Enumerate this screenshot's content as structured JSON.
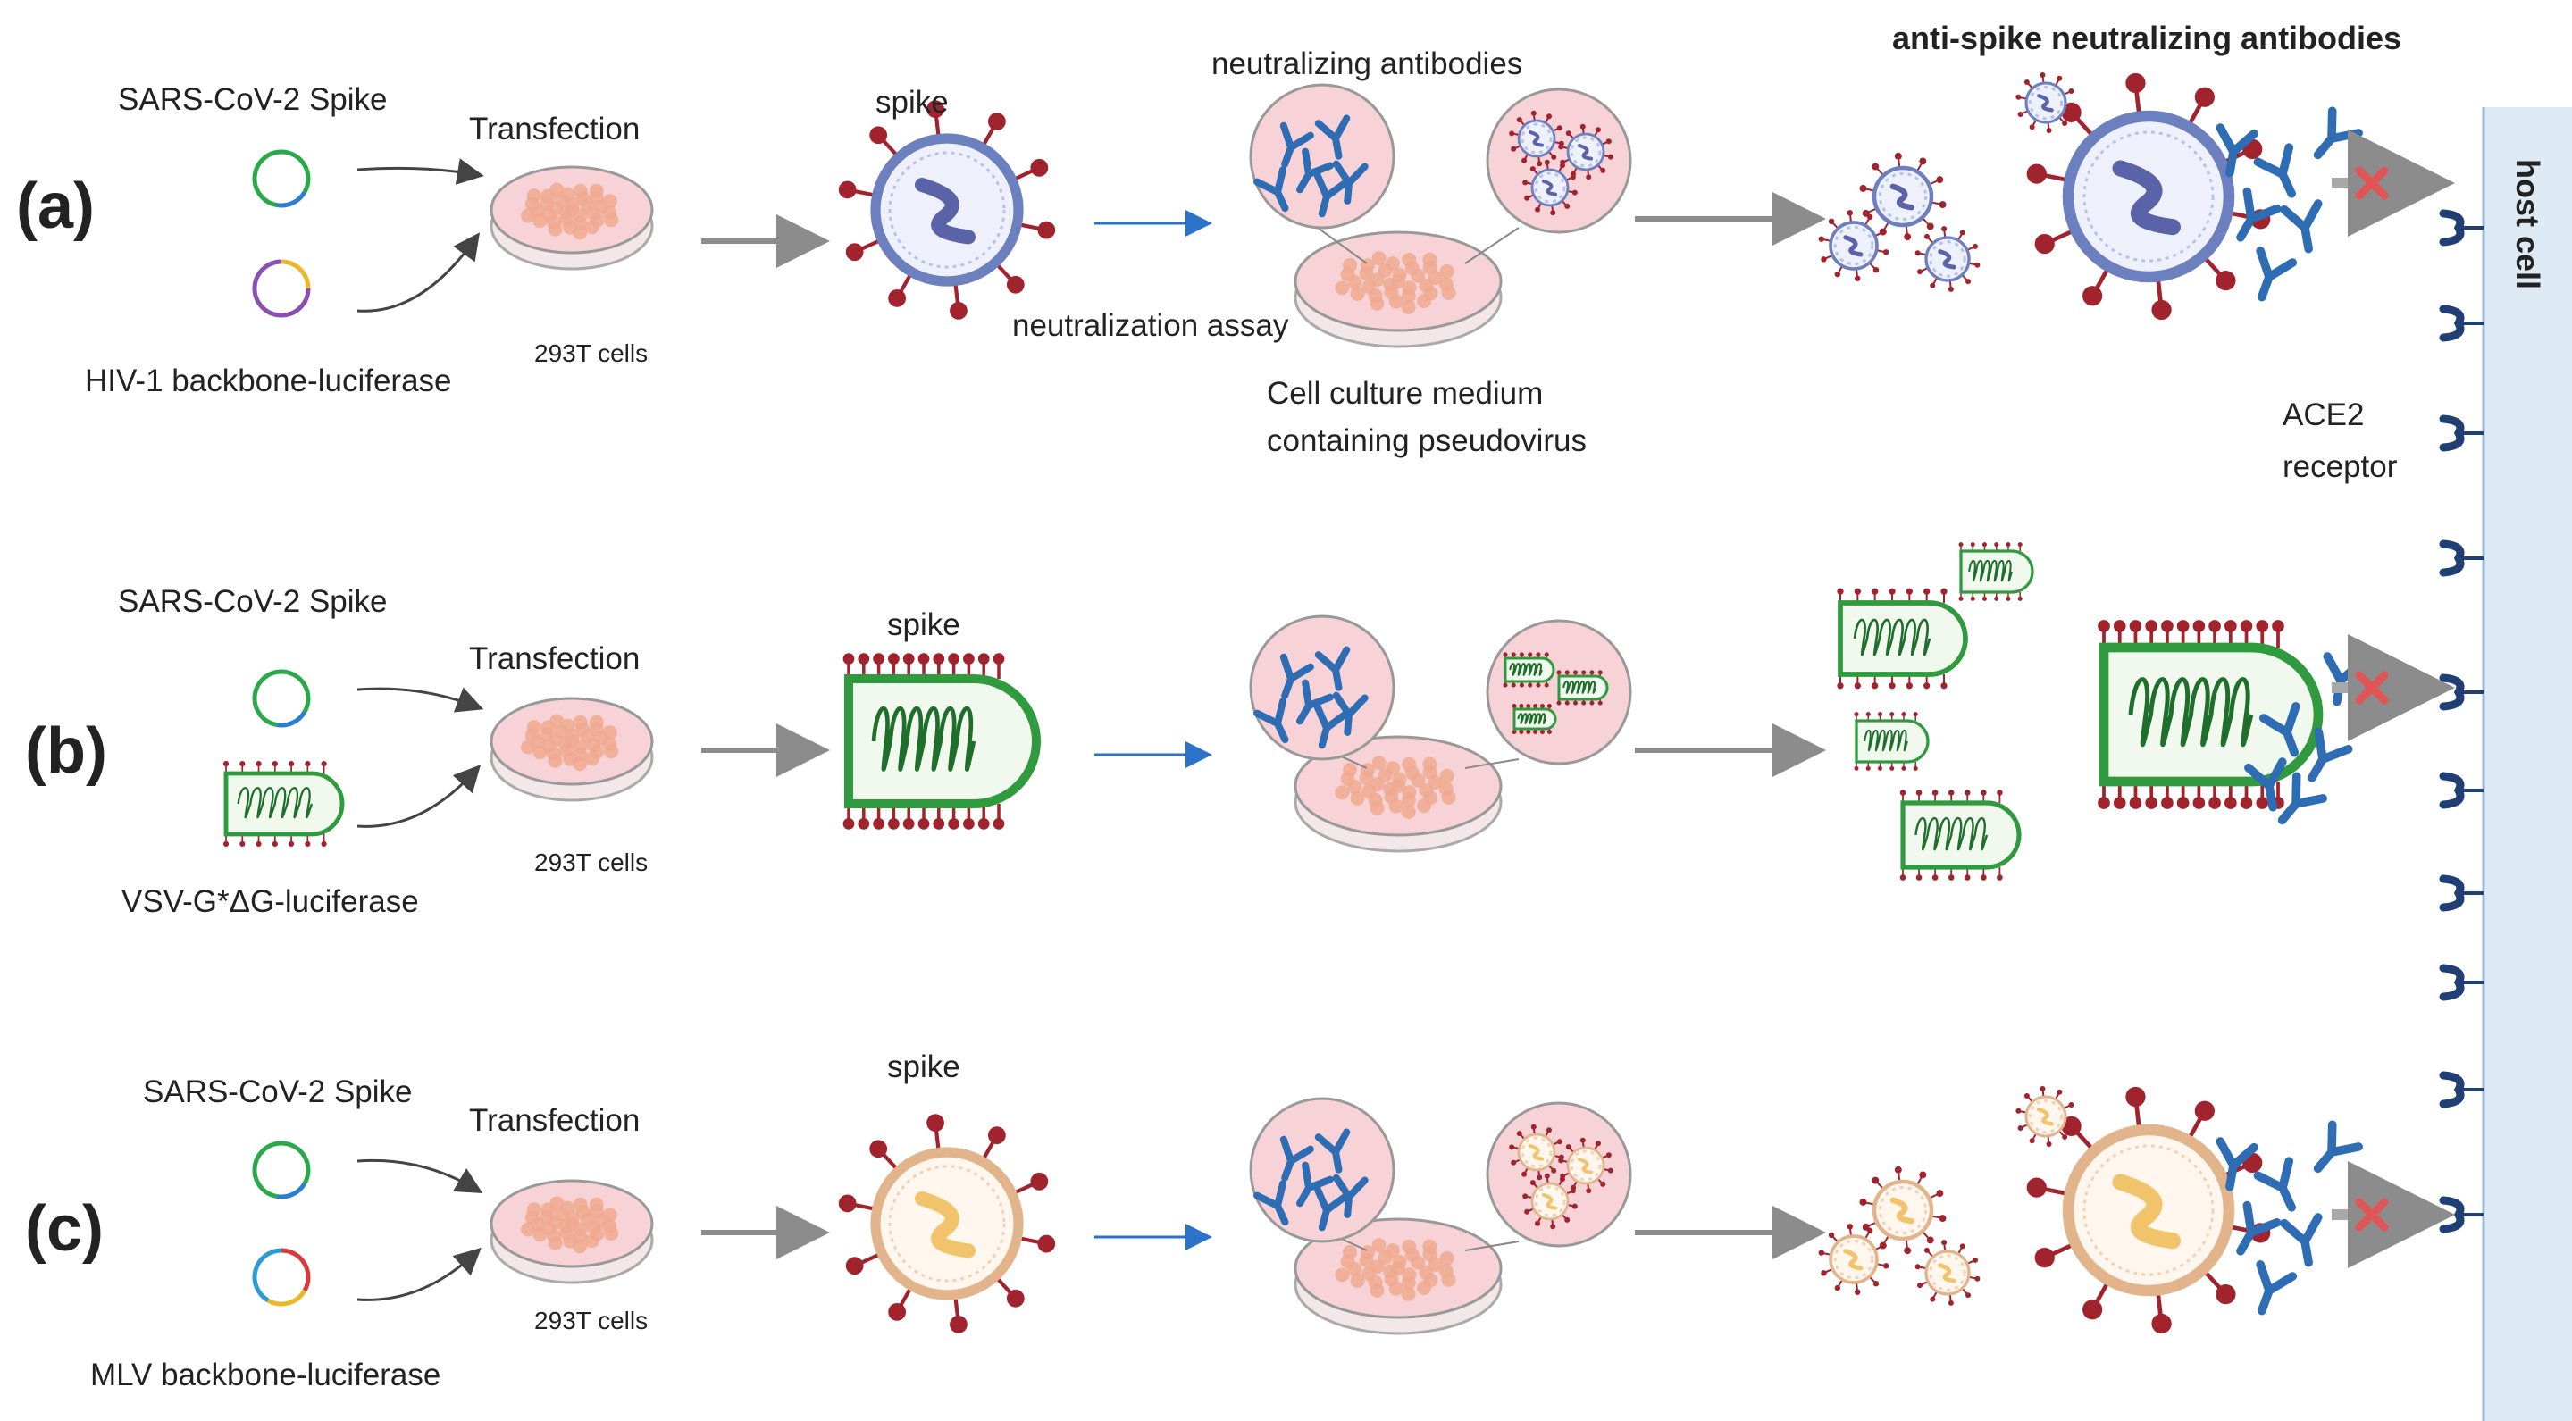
{
  "figure": {
    "top_heading": "anti-spike neutralizing antibodies",
    "host_cell_label": "host cell",
    "receptor_label_line1": "ACE2",
    "receptor_label_line2": "receptor",
    "shared_labels": {
      "neutralizing_antibodies": "neutralizing antibodies",
      "neutralization_assay": "neutralization assay",
      "medium_line1": "Cell culture medium",
      "medium_line2": "containing pseudovirus"
    },
    "rows": [
      {
        "id": "a",
        "row_label": "(a)",
        "plasmid_top": "SARS-CoV-2 Spike",
        "plasmid_bottom": "HIV-1 backbone-luciferase",
        "step": "Transfection",
        "cells": "293T cells",
        "virus_label": "spike",
        "virus_type": "lentiviral"
      },
      {
        "id": "b",
        "row_label": "(b)",
        "plasmid_top": "SARS-CoV-2 Spike",
        "plasmid_bottom": "VSV-G*ΔG-luciferase",
        "step": "Transfection",
        "cells": "293T cells",
        "virus_label": "spike",
        "virus_type": "rhabdoviral"
      },
      {
        "id": "c",
        "row_label": "(c)",
        "plasmid_top": "SARS-CoV-2 Spike",
        "plasmid_bottom": "MLV backbone-luciferase",
        "step": "Transfection",
        "cells": "293T cells",
        "virus_label": "spike",
        "virus_type": "retroviral"
      }
    ],
    "colors": {
      "spike": "#a0232d",
      "dish_pink": "#f7d3d8",
      "dish_cells": "#f0a98f",
      "lenti_membrane": "#6c7fbf",
      "lenti_core": "#5a63a8",
      "vsv_membrane": "#2f9a3e",
      "vsv_genome": "#1f6e2c",
      "mlv_membrane": "#e2b48c",
      "mlv_core": "#f1c46b",
      "antibody": "#2e6db4",
      "arrow_grey": "#8c8c8c",
      "arrow_blue": "#2a73c9",
      "block_x": "#e05555",
      "host_membrane": "#dde9f3",
      "receptor": "#1f3f75"
    }
  }
}
